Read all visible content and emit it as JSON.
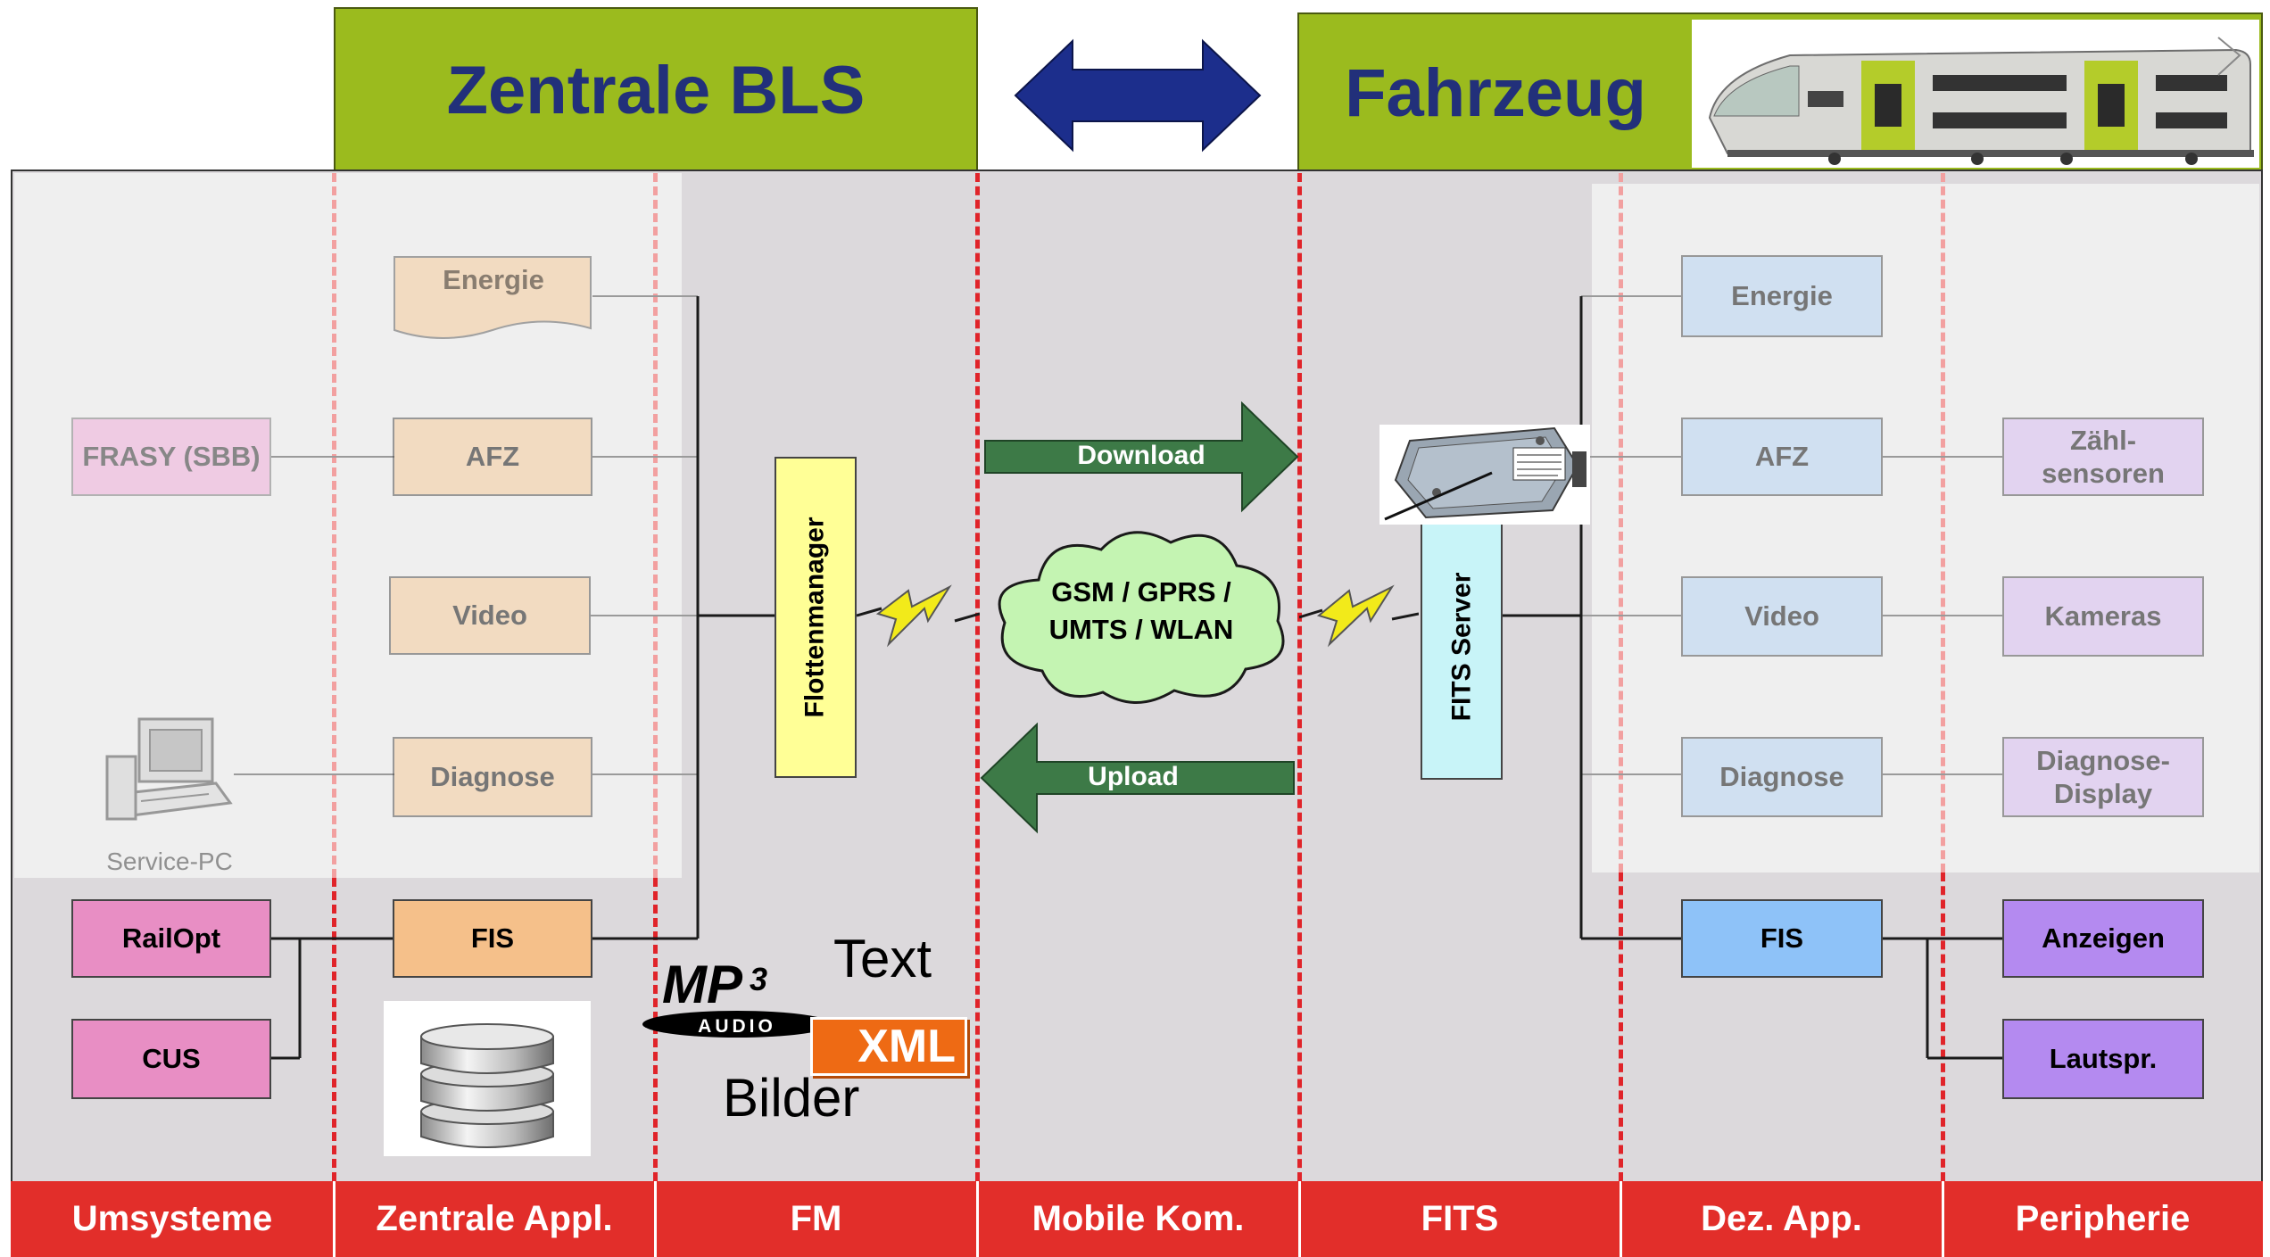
{
  "headers": {
    "left": "Zentrale BLS",
    "right": "Fahrzeug"
  },
  "columns": [
    "Umsysteme",
    "Zentrale Appl.",
    "FM",
    "Mobile Kom.",
    "FITS",
    "Dez. App.",
    "Peripherie"
  ],
  "umsysteme": {
    "frasy": "FRASY (SBB)",
    "service_pc": "Service-PC",
    "railopt": "RailOpt",
    "cus": "CUS"
  },
  "zentrale_appl": {
    "energie": "Energie",
    "afz": "AFZ",
    "video": "Video",
    "diagnose": "Diagnose",
    "fis": "FIS"
  },
  "fm": {
    "flottenmanager": "Flottenmanager",
    "mp3_logo": "MP3",
    "mp3_sub": "AUDIO",
    "xml": "XML",
    "text": "Text",
    "bilder": "Bilder"
  },
  "mobile_kom": {
    "download": "Download",
    "upload": "Upload",
    "cloud": [
      "GSM / GPRS /",
      "UMTS / WLAN"
    ]
  },
  "fits": {
    "server": "FITS Server"
  },
  "dez_app": {
    "energie": "Energie",
    "afz": "AFZ",
    "video": "Video",
    "diagnose": "Diagnose",
    "fis": "FIS"
  },
  "peripherie": {
    "zaehlsensoren": "Zähl- sensoren",
    "kameras": "Kameras",
    "diagnose_display": "Diagnose- Display",
    "anzeigen": "Anzeigen",
    "lautspr": "Lautspr."
  },
  "colors": {
    "header_green": "#9bbb1e",
    "header_text": "#22307a",
    "footer_red": "#e22e2a",
    "column_line": "#e0242a",
    "arrow_green": "#3d7a47",
    "bidir_arrow": "#1c2e8c"
  },
  "icons": [
    "bidirectional-arrow-icon",
    "train-image",
    "service-pc-icon",
    "database-icon",
    "lightning-icon",
    "cloud-icon",
    "mp3-audio-logo",
    "xml-logo",
    "device-photo"
  ]
}
